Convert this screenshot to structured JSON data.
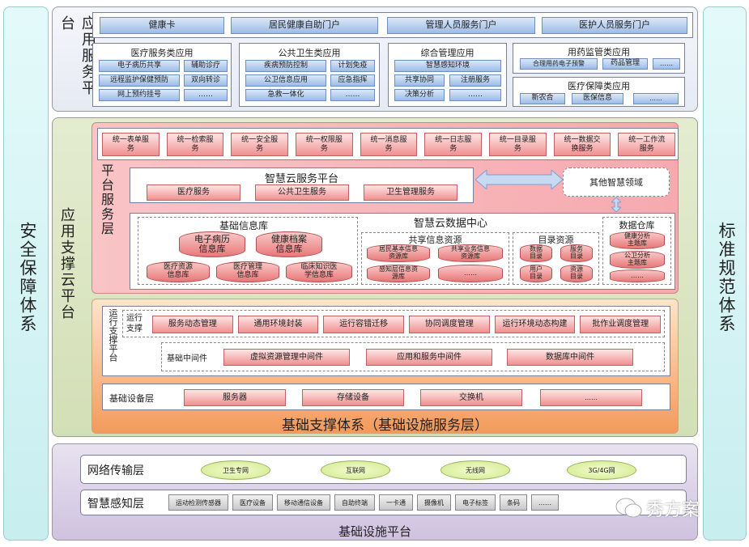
{
  "left_column": "安全保障体系",
  "right_column": "标准规范体系",
  "app_platform": {
    "label": "应用服务平台",
    "portals": [
      "健康卡",
      "居民健康自助门户",
      "管理人员服务门户",
      "医护人员服务门户"
    ],
    "groups": [
      {
        "title": "医疗服务类应用",
        "items": [
          "电子病历共享",
          "辅助诊疗",
          "远程监护保健预防",
          "双向转诊",
          "网上预约挂号",
          "……"
        ]
      },
      {
        "title": "公共卫生类应用",
        "items": [
          "疾病预防控制",
          "计划免疫",
          "公卫信息应用",
          "应急指挥",
          "急救一体化",
          "……"
        ]
      },
      {
        "title": "综合管理应用",
        "items": [
          "智慧感知环境",
          "共享协同",
          "注册服务",
          "决策分析",
          "……"
        ]
      },
      {
        "title": "用药监管类应用",
        "items": [
          "合理用药电子预警",
          "药品管理",
          "……"
        ]
      },
      {
        "title": "医疗保障类应用",
        "items": [
          "新农合",
          "医保信息",
          "……"
        ]
      }
    ]
  },
  "support_cloud": {
    "label": "应用支撑云平台",
    "platform_layer": {
      "label": "平台服务层",
      "unified": [
        "统一表单服务",
        "统一检索服务",
        "统一安全服务",
        "统一权限服务",
        "统一消息服务",
        "统一日志服务",
        "统一目录服务",
        "统一数据交换服务",
        "统一工作流服务"
      ],
      "cloud_service": {
        "title": "智慧云服务平台",
        "items": [
          "医疗服务",
          "公共卫生服务",
          "卫生管理服务"
        ]
      },
      "other": "其他智慧领域",
      "data_center": {
        "title": "智慧云数据中心",
        "basic": {
          "title": "基础信息库",
          "big": [
            "电子病历信息库",
            "健康档案信息库"
          ],
          "small": [
            "医疗资源信息库",
            "医疗管理信息库",
            "临床知识医学信息库"
          ]
        },
        "shared": {
          "title": "共享信息资源",
          "items": [
            "居民基本信息资源库",
            "共享业务信息资源库",
            "感知层信息资源库",
            "……"
          ]
        },
        "catalog": {
          "title": "目录资源",
          "items": [
            "数据目录",
            "服务目录",
            "用户目录",
            "资源目录"
          ]
        },
        "warehouse": {
          "title": "数据仓库",
          "items": [
            "健康分析主题库",
            "公卫分析主题库",
            "……"
          ]
        }
      }
    },
    "infra_layer": {
      "title": "基础支撑体系（基础设施服务层）",
      "runtime_platform": "运行支撑平台",
      "runtime_label": "运行支撑",
      "runtime": [
        "服务动态管理",
        "通用环境封装",
        "运行容错迁移",
        "协同调度管理",
        "运行环境动态构建",
        "批作业调度管理"
      ],
      "middleware_label": "基础中间件",
      "middleware": [
        "虚拟资源管理中间件",
        "应用和服务中间件",
        "数据库中间件"
      ],
      "device_label": "基础设备层",
      "devices": [
        "服务器",
        "存储设备",
        "交换机",
        "……"
      ]
    }
  },
  "infra_platform": {
    "title": "基础设施平台",
    "network_label": "网络传输层",
    "networks": [
      "卫生专网",
      "互联网",
      "无线网",
      "3G/4G网"
    ],
    "sensing_label": "智慧感知层",
    "sensing": [
      "运动检测传感器",
      "医疗设备",
      "移动通信设备",
      "自助终端",
      "一卡通",
      "摄像机",
      "电子标签",
      "条码",
      "……"
    ]
  },
  "watermark": "秀方案"
}
